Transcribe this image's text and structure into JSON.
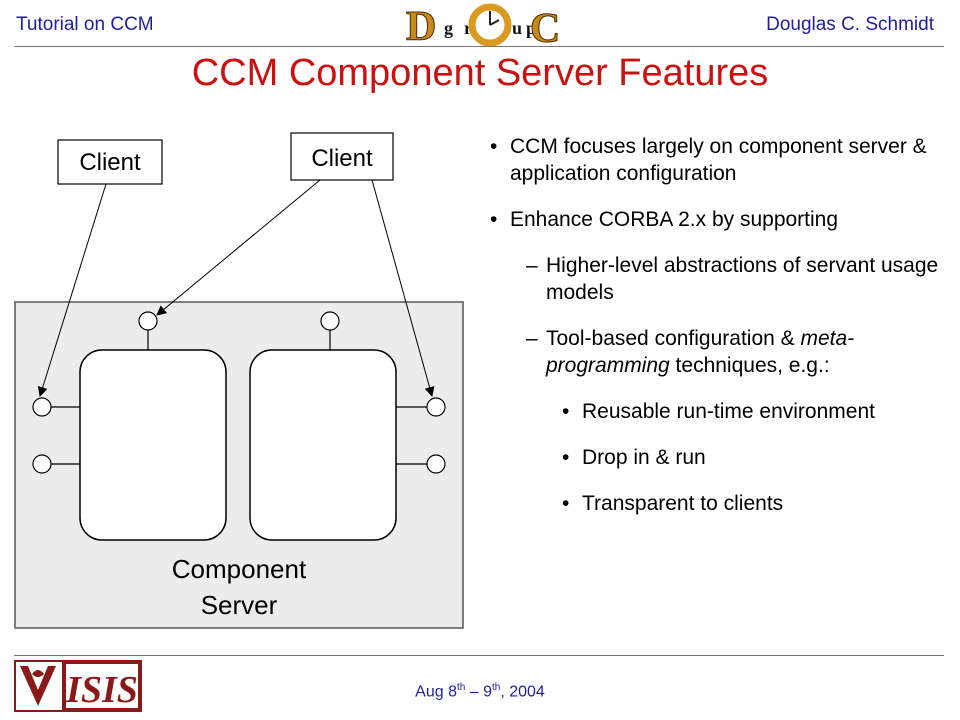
{
  "header": {
    "left": "Tutorial on CCM",
    "right": "Douglas C. Schmidt",
    "logo_letters": [
      "D",
      "g",
      "r",
      "O",
      "u",
      "p",
      "C"
    ]
  },
  "title": "CCM Component Server Features",
  "diagram": {
    "client_left": "Client",
    "client_right": "Client",
    "server_line1": "Component",
    "server_line2": "Server"
  },
  "bullets": {
    "b1": "CCM focuses largely on component server & application configuration",
    "b2": "Enhance CORBA 2.x by supporting",
    "b3": "Higher-level abstractions of servant usage models",
    "b4_pre": "Tool-based configuration & ",
    "b4_em": "meta-programming",
    "b4_post": " techniques, e.g.:",
    "b5": "Reusable run-time environment",
    "b6": "Drop in & run",
    "b7": "Transparent to clients",
    "dash": "–",
    "dot": "•"
  },
  "footer": {
    "date_pre": "Aug 8",
    "sup1": "th",
    "date_mid": " – 9",
    "sup2": "th",
    "date_post": ", 2004",
    "logo_text": "ISIS"
  },
  "colors": {
    "title": "#cc1010",
    "header": "#1f1f9a",
    "server_fill": "#ececec"
  }
}
